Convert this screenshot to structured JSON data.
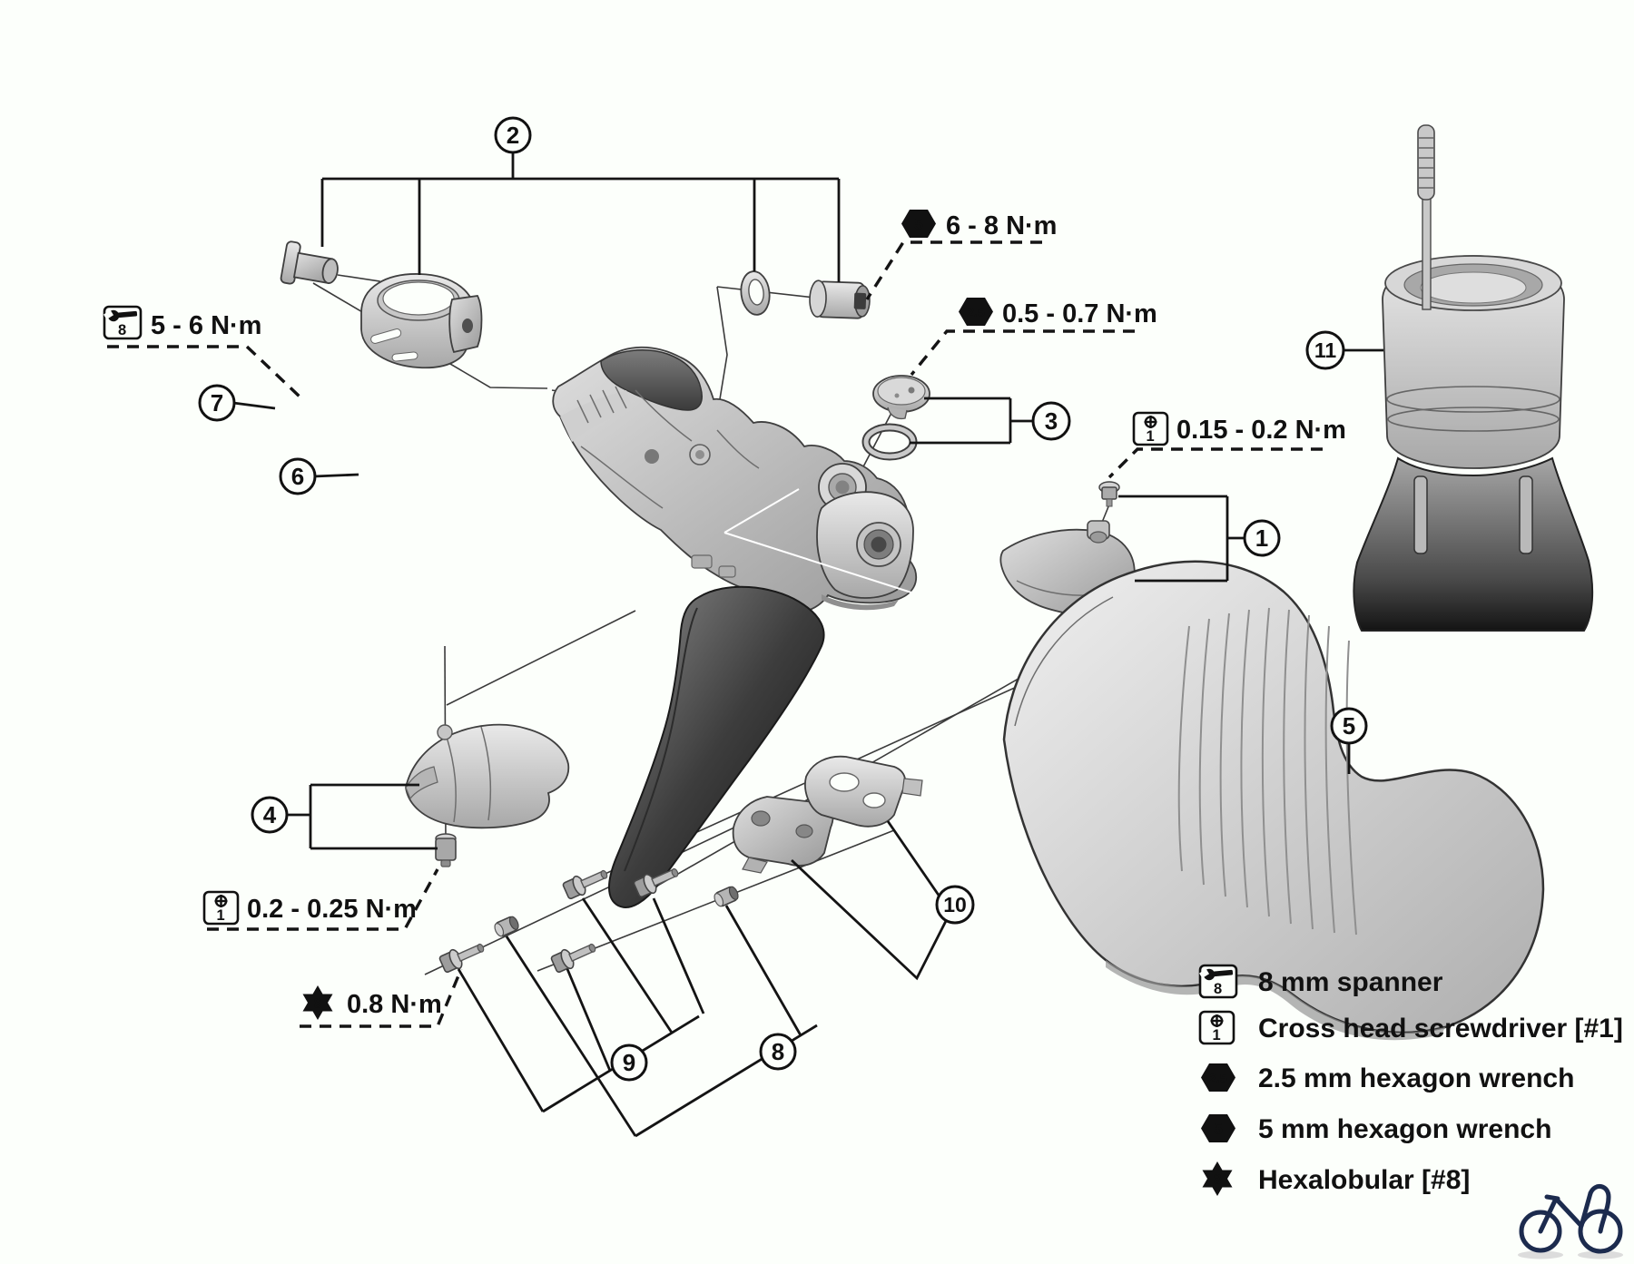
{
  "page": {
    "background": "#fcfffb",
    "logo_color": "#1c2b4e"
  },
  "callouts": {
    "c1": "1",
    "c2": "2",
    "c3": "3",
    "c4": "4",
    "c5": "5",
    "c6": "6",
    "c7": "7",
    "c8": "8",
    "c9": "9",
    "c10": "10",
    "c11": "11"
  },
  "torques": {
    "spanner": "5 - 6 N·m",
    "hex5": "6 - 8 N·m",
    "hex25": "0.5 - 0.7 N·m",
    "phillips_upper": "0.15 - 0.2 N·m",
    "phillips_lower": "0.2 - 0.25 N·m",
    "hexalobular": "0.8 N·m"
  },
  "tools": {
    "spanner_size": "8",
    "screwdriver_size": "1",
    "hex_small_size": "2.5",
    "hex_large_size": "5",
    "hexalobular_size": "8"
  },
  "legend": {
    "spanner": "8 mm spanner",
    "screwdriver": "Cross head screwdriver [#1]",
    "hex_small": "2.5 mm hexagon wrench",
    "hex_large": "5 mm hexagon wrench",
    "hexalobular": "Hexalobular [#8]"
  }
}
